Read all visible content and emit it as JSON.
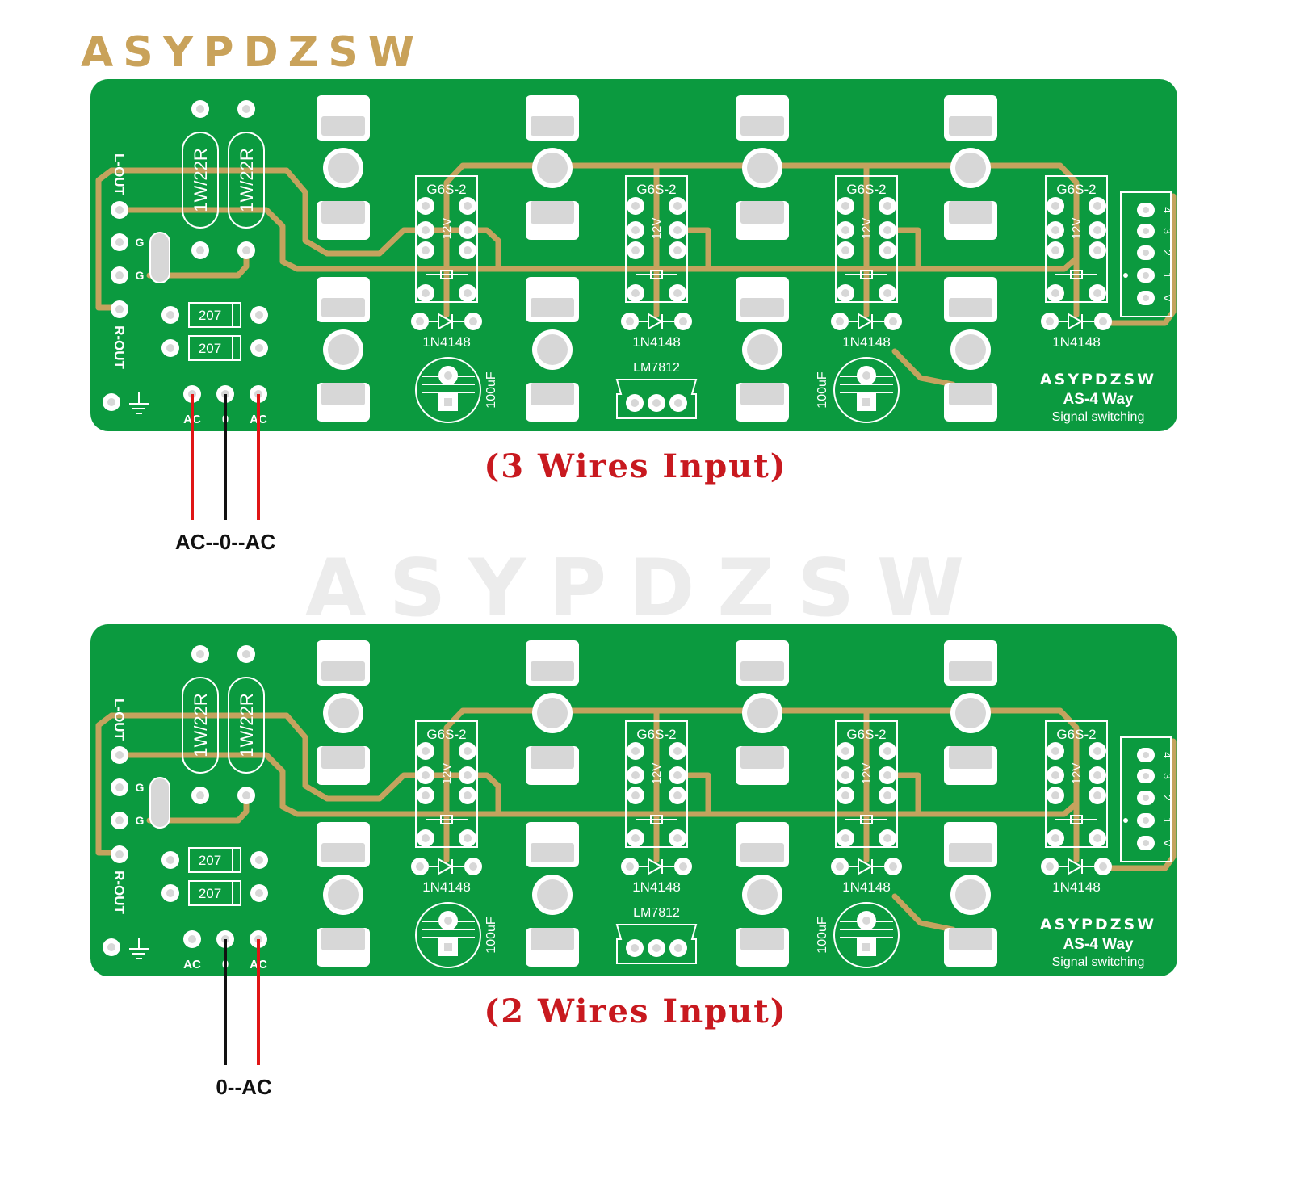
{
  "brand": {
    "logo": "ASYPDZSW",
    "watermark": "ASYPDZSW"
  },
  "colors": {
    "board": "#0b9a3f",
    "trace": "#c4a35e",
    "silkscreen": "#ffffff",
    "pad": "#d7d7d7",
    "caption": "#c8191f",
    "wire_red": "#e01616",
    "wire_black": "#111111",
    "logo_gold": "#c9a25a",
    "watermark": "#ececec"
  },
  "board_text": {
    "resistor": "1W/22R",
    "l_out": "L-OUT",
    "r_out": "R-OUT",
    "g": "G",
    "bridge": "207",
    "relay": "G6S-2",
    "relay_voltage": "12V",
    "diode": "1N4148",
    "capacitor": "100uF",
    "regulator": "LM7812",
    "ac": "AC",
    "zero": "0",
    "brand": "ASYPDZSW",
    "model": "AS-4 Way",
    "subtitle": "Signal switching",
    "connector_pins": [
      "4",
      "3",
      "2",
      "1",
      "V"
    ]
  },
  "boards": [
    {
      "caption": "(3 Wires Input)",
      "wire_label": "AC--0--AC",
      "wires": [
        "red",
        "black",
        "red"
      ]
    },
    {
      "caption": "(2 Wires Input)",
      "wire_label": "0--AC",
      "wires": [
        "none",
        "black",
        "red"
      ]
    }
  ]
}
